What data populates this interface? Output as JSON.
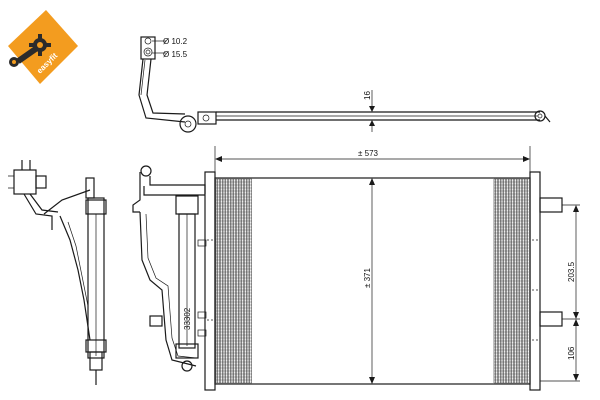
{
  "brand": {
    "logo_text": "easyfit",
    "orange": "#f39c1f",
    "dark": "#2b2b2b"
  },
  "labels": {
    "pipe_diameter_1": "Ø 10.2",
    "pipe_diameter_2": "Ø 15.5",
    "bracket_offset": "16",
    "core_width": "± 573",
    "core_height": "± 371",
    "upper_mount_height": "203.5",
    "lower_mount_height": "106",
    "part_number": "33302"
  },
  "colors": {
    "line": "#1a1a1a",
    "background": "#ffffff"
  }
}
